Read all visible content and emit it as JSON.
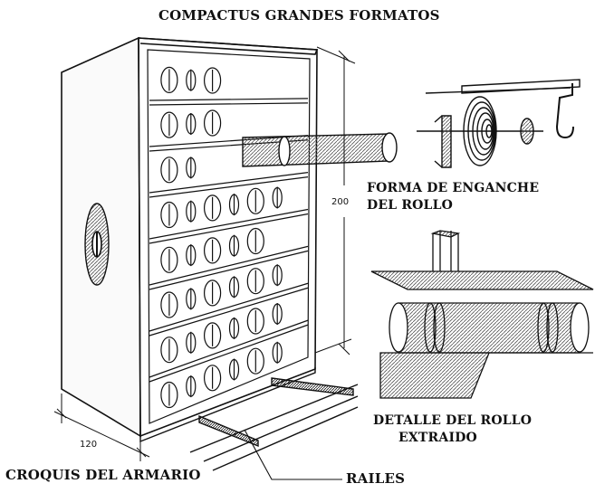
{
  "diagram": {
    "title": "COMPACTUS GRANDES FORMATOS",
    "dimension_height": "200",
    "dimension_depth": "120",
    "label_hook": [
      "FORMA DE ENGANCHE",
      "DEL ROLLO"
    ],
    "label_detail": [
      "DETALLE DEL ROLLO",
      "EXTRAIDO"
    ],
    "label_cabinet": "CROQUIS DEL ARMARIO",
    "label_rails": "RAILES"
  }
}
